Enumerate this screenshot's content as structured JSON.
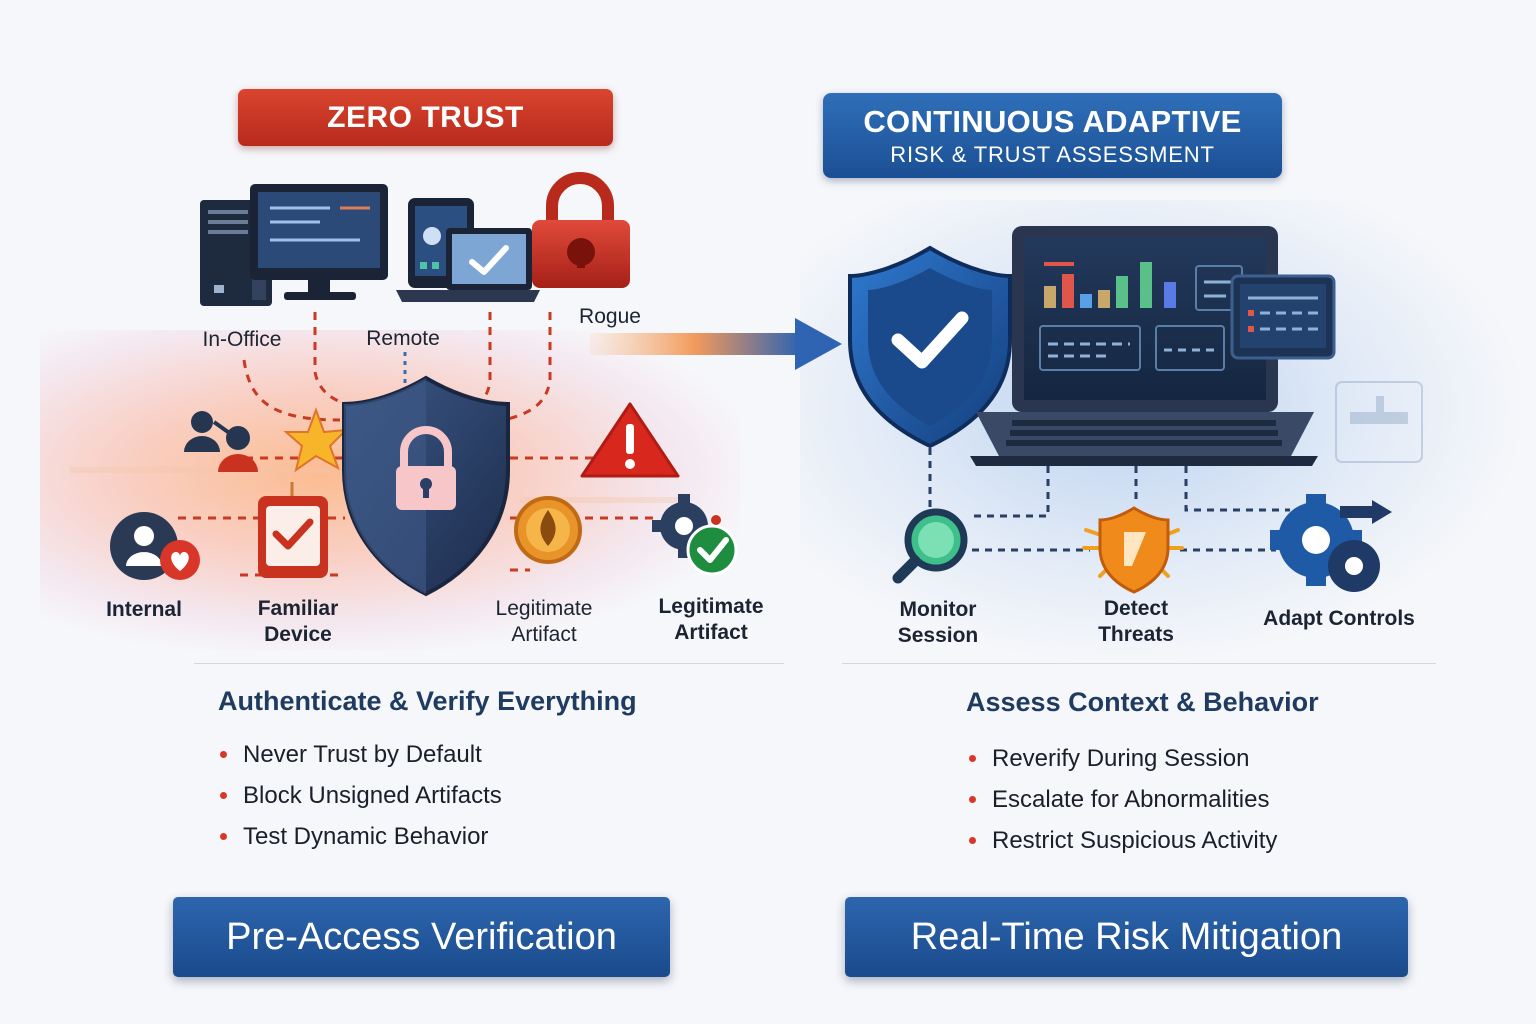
{
  "left": {
    "banner": "ZERO TRUST",
    "device_labels": {
      "in_office": "In-Office",
      "remote": "Remote",
      "rogue": "Rogue"
    },
    "node_labels": {
      "internal": "Internal",
      "familiar_device": "Familiar\nDevice",
      "legitimate_artifact_1": "Legitimate\nArtifact",
      "legitimate_artifact_2": "Legitimate\nArtifact"
    },
    "heading": "Authenticate & Verify Everything",
    "bullets": [
      "Never Trust by Default",
      "Block Unsigned Artifacts",
      "Test Dynamic Behavior"
    ],
    "button": "Pre-Access Verification"
  },
  "right": {
    "banner_line1": "CONTINUOUS ADAPTIVE",
    "banner_line2": "RISK & TRUST ASSESSMENT",
    "node_labels": {
      "monitor_session": "Monitor\nSession",
      "detect_threats": "Detect\nThreats",
      "adapt_controls": "Adapt Controls"
    },
    "heading": "Assess Context & Behavior",
    "bullets": [
      "Reverify During Session",
      "Escalate for Abnormalities",
      "Restrict Suspicious Activity"
    ],
    "button": "Real-Time Risk Mitigation"
  },
  "colors": {
    "red_accent": "#c9321f",
    "blue_accent": "#1f5398",
    "navy_shield": "#2a3f66",
    "heading": "#1f3b5f",
    "bullet_dot": "#d9362a"
  },
  "icons": [
    "server-tower-icon",
    "desktop-monitor-icon",
    "tablet-icon",
    "laptop-check-icon",
    "padlock-red-icon",
    "users-link-icon",
    "starburst-icon",
    "shield-lock-icon",
    "warning-triangle-icon",
    "user-heart-icon",
    "clipboard-check-icon",
    "certificate-badge-icon",
    "gear-check-icon",
    "arrow-right-icon",
    "shield-check-icon",
    "analytics-laptop-icon",
    "magnifier-icon",
    "shield-alert-icon",
    "gears-key-icon"
  ]
}
